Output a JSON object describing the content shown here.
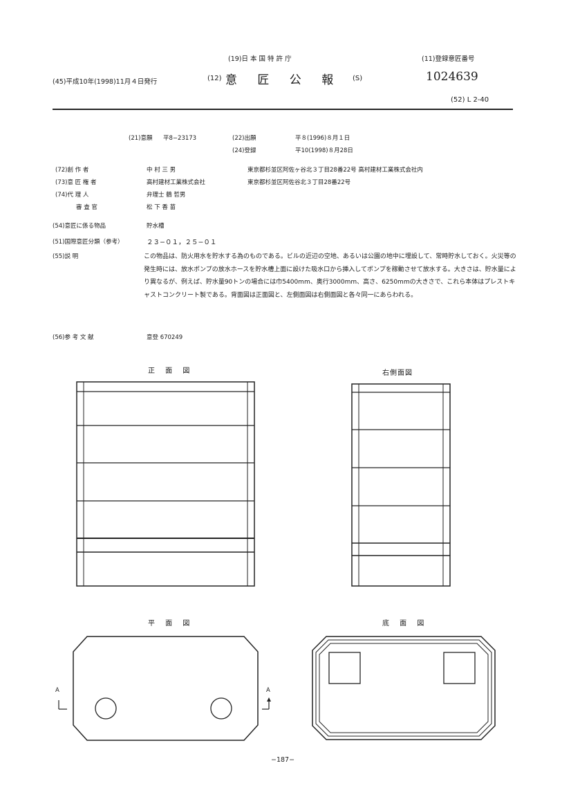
{
  "header": {
    "office": "(19)日 本 国 特 許 庁",
    "reg_label": "(11)登録意匠番号",
    "issue_date": "(45)平成10年(1998)11月４日発行",
    "pub_code": "(12)",
    "pub_title": "意 匠 公 報",
    "pub_kind": "(S)",
    "reg_number": "1024639",
    "class_code": "(52) L 2-40"
  },
  "application": {
    "app_label": "(21)意願",
    "app_number": "平8−23173",
    "filing_label": "(22)出願",
    "filing_date": "平８(1996)８月１日",
    "reg_label": "(24)登録",
    "reg_date": "平10(1998)８月28日"
  },
  "parties": [
    {
      "label": "(72)創 作 者",
      "name": "中 村 三 男",
      "address": "東京都杉並区阿佐ヶ谷北３丁目28番22号 高村建材工業株式会社内"
    },
    {
      "label": "(73)意 匠 権 者",
      "name": "高村建材工業株式会社",
      "address": "東京都杉並区阿佐谷北３丁目28番22号"
    },
    {
      "label": "(74)代 理 人",
      "name": "弁理士 鶴 哲男",
      "address": ""
    },
    {
      "label": "審 査 官",
      "name": "松 下 香 苗",
      "address": ""
    }
  ],
  "article": {
    "label": "(54)意匠に係る物品",
    "value": "貯水槽"
  },
  "classification": {
    "label": "(51)国際意匠分類（参考）",
    "value": "２３−０１，２５−０１"
  },
  "description": {
    "label": "(55)説 明",
    "text": "この物品は、防火用水を貯水する為のものである。ビルの近辺の空地、あるいは公園の地中に埋設して、常時貯水しておく。火災等の発生時には、放水ポンプの放水ホースを貯水槽上面に設けた吸水口から挿入してポンプを稼動させて放水する。大きさは、貯水量により異なるが、例えば、貯水量90トンの場合には巾5400mm、奥行3000mm、高さ、6250mmの大きさで、これら本体はプレストキャストコンクリート製である。背面図は正面図と、左側面図は右側面図と各々同一にあらわれる。"
  },
  "references": {
    "label": "(56)参 考 文 献",
    "value": "意登 670249"
  },
  "views": {
    "front": "正 面 図",
    "right_side": "右側面図",
    "plan": "平 面 図",
    "bottom": "底 面 図",
    "section_marker": "A"
  },
  "page_number": "−187−"
}
